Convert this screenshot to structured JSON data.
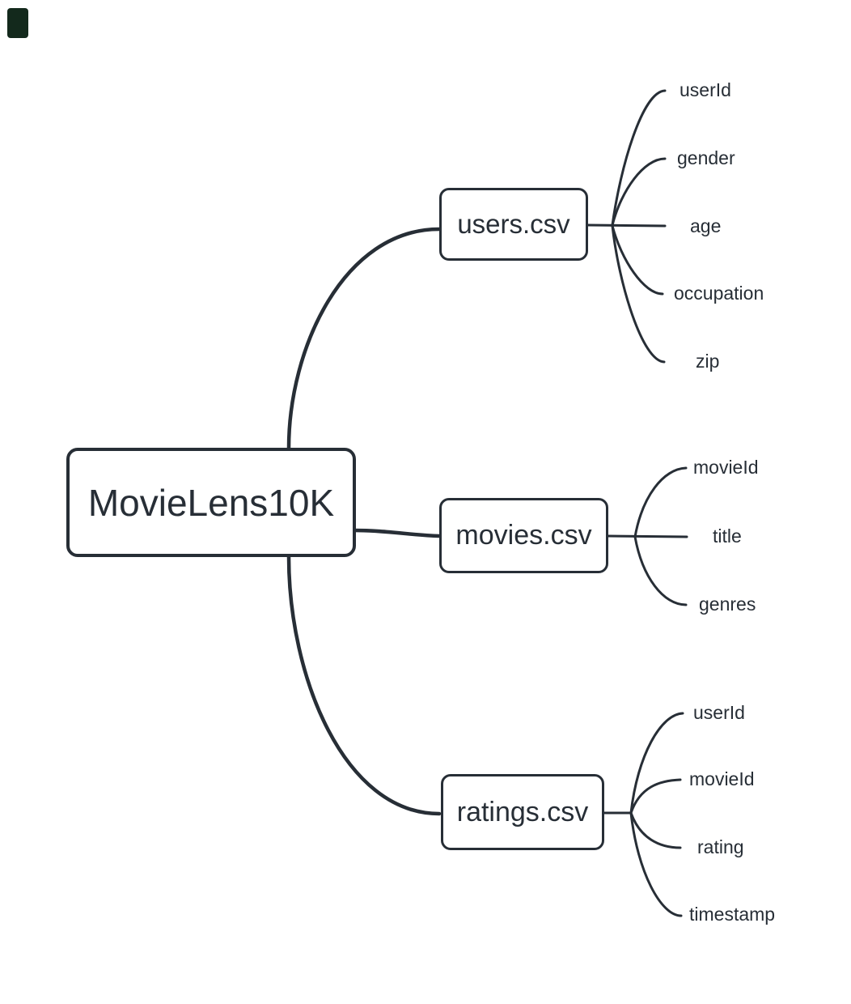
{
  "root": {
    "label": "MovieLens10K"
  },
  "files": [
    {
      "label": "users.csv",
      "fields": [
        "userId",
        "gender",
        "age",
        "occupation",
        "zip"
      ]
    },
    {
      "label": "movies.csv",
      "fields": [
        "movieId",
        "title",
        "genres"
      ]
    },
    {
      "label": "ratings.csv",
      "fields": [
        "userId",
        "movieId",
        "rating",
        "timestamp"
      ]
    }
  ],
  "colors": {
    "ink": "#272e36",
    "background": "#ffffff",
    "corner_mark": "#13291c"
  }
}
